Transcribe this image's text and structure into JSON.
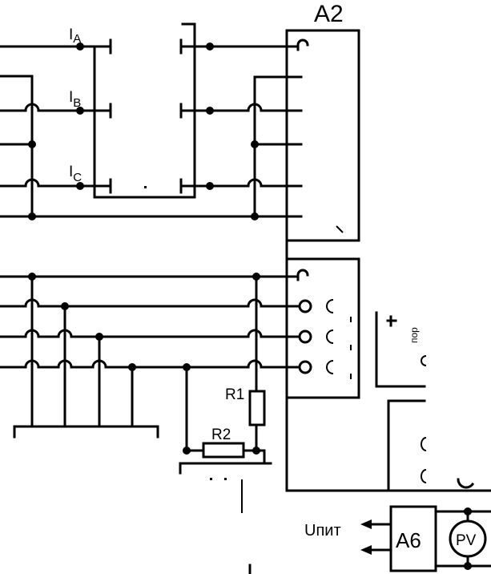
{
  "diagram": {
    "labels": {
      "a2": "A2",
      "ia": "I",
      "ia_sub": "A",
      "ib": "I",
      "ib_sub": "B",
      "ic": "I",
      "ic_sub": "C",
      "r1": "R1",
      "r2": "R2",
      "a6": "A6",
      "pv": "PV",
      "upit": "Uпит",
      "port_fragment": "пор"
    },
    "colors": {
      "line": "#000000",
      "background": "#ffffff"
    }
  }
}
